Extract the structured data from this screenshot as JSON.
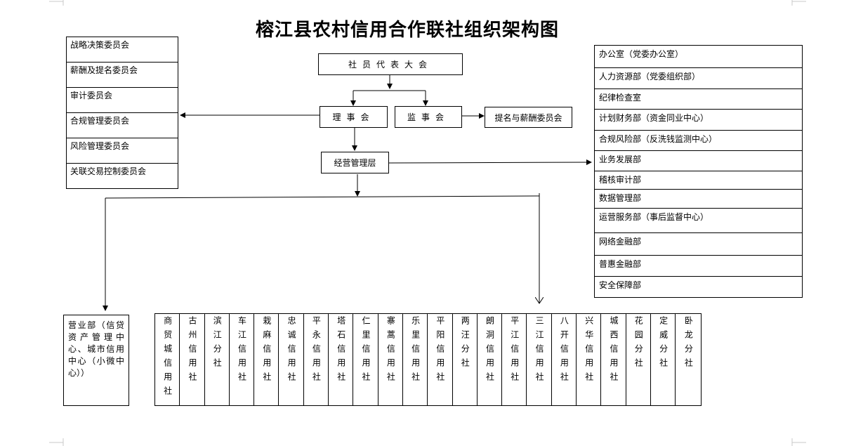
{
  "title": "榕江县农村信用合作联社组织架构图",
  "top": {
    "assembly": "社员代表大会",
    "board": "理事会",
    "supervisory": "监事会",
    "nomination": "提名与薪酬委员会",
    "management": "经营管理层"
  },
  "committees": [
    "战略决策委员会",
    "薪酬及提名委员会",
    "审计委员会",
    "合规管理委员会",
    "风险管理委员会",
    "关联交易控制委员会"
  ],
  "departments": [
    "办公室（党委办公室）",
    "人力资源部（党委组织部）",
    "纪律检查室",
    "计划财务部（资金同业中心）",
    "合规风险部（反洗钱监测中心）",
    "业务发展部",
    "稽核审计部",
    "数据管理部",
    "运营服务部（事后监督中心）",
    "网络金融部",
    "普惠金融部",
    "安全保障部"
  ],
  "business_dept": "营业部（信贷资产管理中心、城市信用中心（小微中心））",
  "branches": [
    "商贸城信用社",
    "古州信用社",
    "滨江分社",
    "车江信用社",
    "栽麻信用社",
    "忠诚信用社",
    "平永信用社",
    "塔石信用社",
    "仁里信用社",
    "寨蒿信用社",
    "乐里信用社",
    "平阳信用社",
    "两汪分社",
    "朗洞信用社",
    "平江信用社",
    "三江信用社",
    "八开信用社",
    "兴华信用社",
    "城西信用社",
    "花园分社",
    "定威分社",
    "卧龙分社"
  ]
}
